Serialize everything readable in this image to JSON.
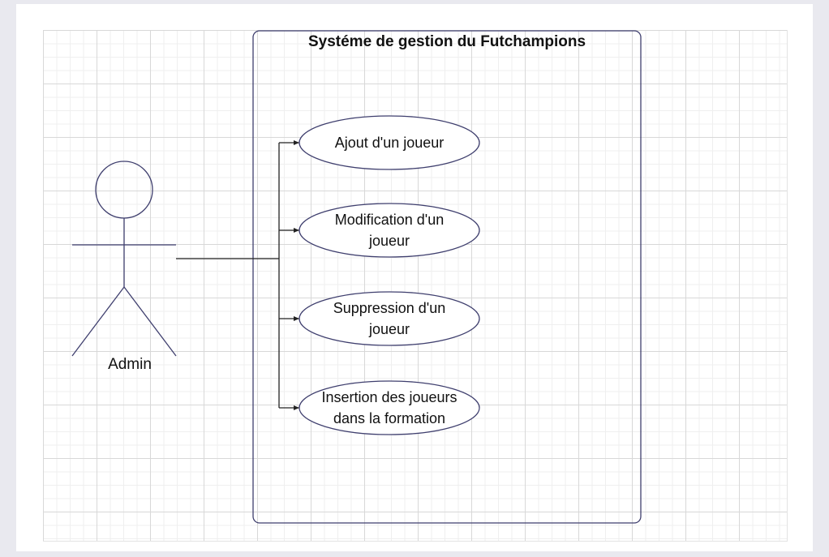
{
  "system": {
    "title": "Systéme de gestion du Futchampions"
  },
  "actor": {
    "name": "Admin"
  },
  "use_cases": [
    {
      "line1": "Ajout d'un joueur",
      "line2": ""
    },
    {
      "line1": "Modification d'un",
      "line2": "joueur"
    },
    {
      "line1": "Suppression d'un",
      "line2": "joueur"
    },
    {
      "line1": "Insertion des joueurs",
      "line2": "dans la formation"
    }
  ],
  "colors": {
    "outline": "#3f3f6e",
    "connector": "#222222",
    "grid_major": "#d8d8d8",
    "grid_minor": "#efefef"
  }
}
